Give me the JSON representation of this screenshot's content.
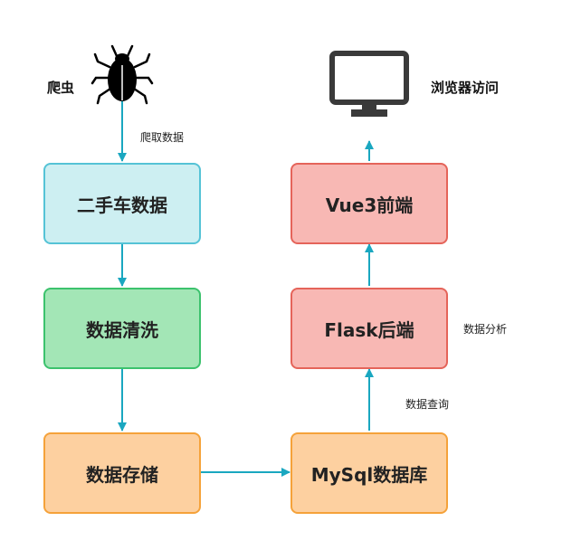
{
  "labels": {
    "crawler": "爬虫",
    "crawl_data": "爬取数据",
    "browser_access": "浏览器访问",
    "data_analysis": "数据分析",
    "data_query": "数据查询"
  },
  "nodes": {
    "used_car_data": "二手车数据",
    "data_cleaning": "数据清洗",
    "data_storage": "数据存储",
    "mysql_db": "MySql数据库",
    "flask_backend": "Flask后端",
    "vue3_frontend": "Vue3前端"
  },
  "colors": {
    "cyan_fill": "#cdeff2",
    "cyan_border": "#55c3d6",
    "green_fill": "#a3e6b6",
    "green_border": "#3cc26d",
    "orange_fill": "#fdd0a0",
    "orange_border": "#f5a23a",
    "red_fill": "#f8b8b4",
    "red_border": "#e5645a",
    "arrow": "#1aa7c0"
  },
  "icons": {
    "crawler": "bug-icon",
    "browser": "monitor-icon"
  }
}
